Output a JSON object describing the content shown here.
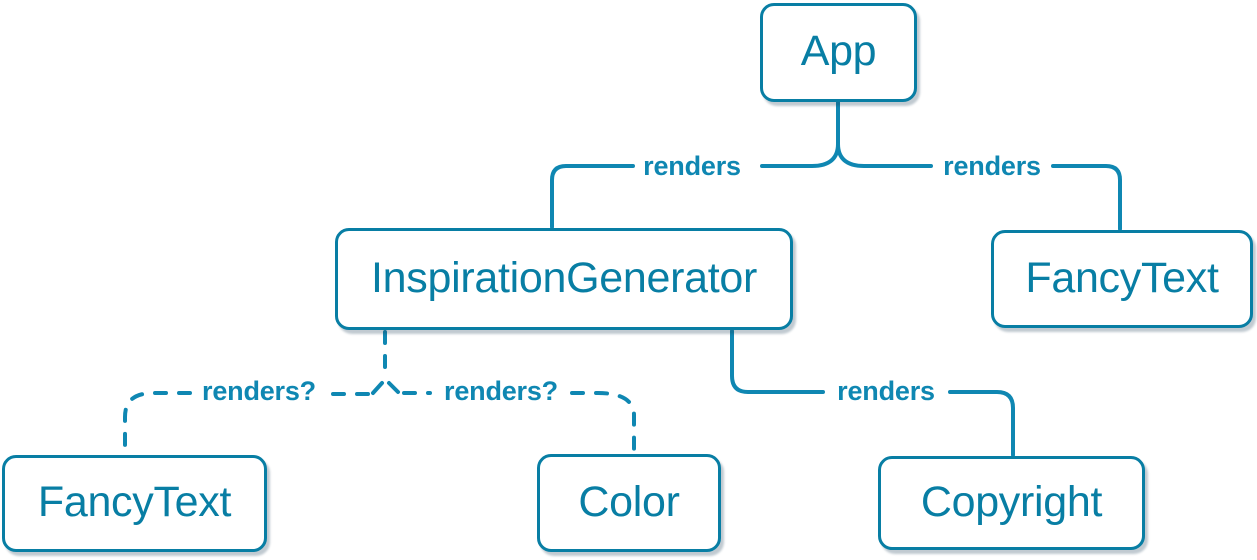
{
  "colors": {
    "accent": "#087ea4",
    "accent_light": "#0f87b2",
    "node_bg": "#ffffff"
  },
  "nodes": {
    "app": {
      "label": "App"
    },
    "inspiration_generator": {
      "label": "InspirationGenerator"
    },
    "fancy_text_top": {
      "label": "FancyText"
    },
    "fancy_text_bottom": {
      "label": "FancyText"
    },
    "color": {
      "label": "Color"
    },
    "copyright": {
      "label": "Copyright"
    }
  },
  "edges": {
    "app_inspiration_generator": {
      "label": "renders",
      "style": "solid"
    },
    "app_fancy_text": {
      "label": "renders",
      "style": "solid"
    },
    "inspiration_generator_fancy_text": {
      "label": "renders?",
      "style": "dashed"
    },
    "inspiration_generator_color": {
      "label": "renders?",
      "style": "dashed"
    },
    "inspiration_generator_copyright": {
      "label": "renders",
      "style": "solid"
    }
  }
}
